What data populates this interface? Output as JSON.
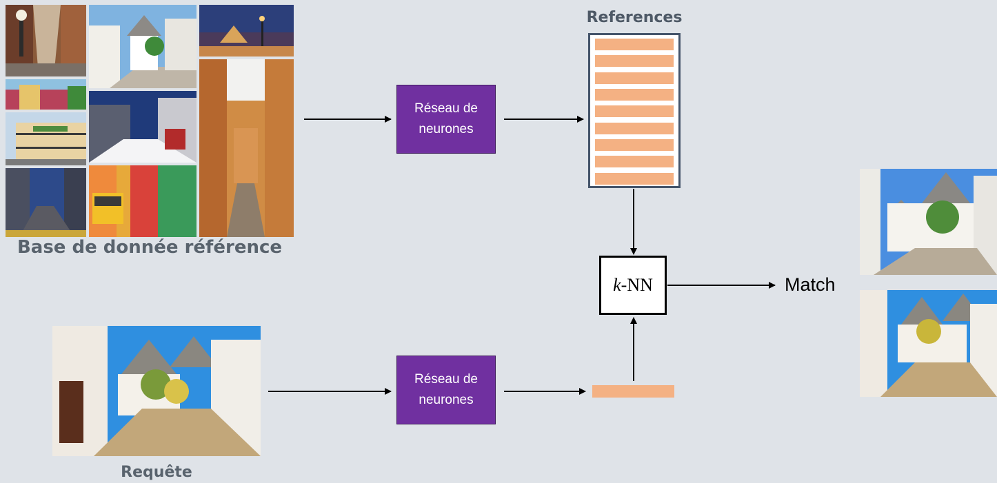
{
  "labels": {
    "database": "Base de donnée référence",
    "references": "References",
    "query": "Requête",
    "match": "Match"
  },
  "network": {
    "label_line1": "Réseau de",
    "label_line2": "neurones"
  },
  "knn": {
    "k": "k",
    "rest": "-NN"
  },
  "colors": {
    "background": "#dfe3e8",
    "network_fill": "#7030a0",
    "feature_bar": "#f4b183",
    "references_border": "#44546a"
  },
  "reference_vector_count": 9,
  "icons": {
    "database_photos": [
      "street-photo",
      "alley-photo",
      "louvre-photo",
      "colorful-street-photo",
      "balcony-building-photo",
      "snowy-street-photo",
      "city-street-photo",
      "tram-photo"
    ],
    "query_photo": "trulli-street-photo",
    "match_photos": [
      "trulli-street-photo",
      "trulli-street-photo"
    ]
  }
}
